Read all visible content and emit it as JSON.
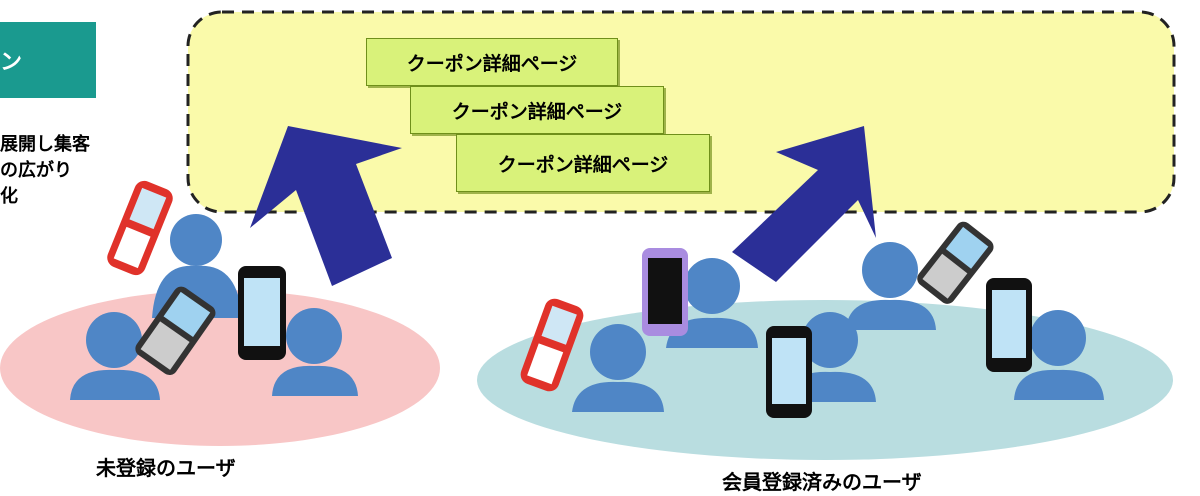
{
  "left_box": {
    "glyph": "ン"
  },
  "left_text": [
    "展開し集客",
    "の広がり",
    "化"
  ],
  "coupon_pages": [
    "クーポン詳細ページ",
    "クーポン詳細ページ",
    "クーポン詳細ページ"
  ],
  "groups": {
    "unregistered": {
      "label": "未登録のユーザ"
    },
    "registered": {
      "label": "会員登録済みのユーザ"
    }
  },
  "colors": {
    "cloud_fill": "#fafaaa",
    "arrow": "#2b2f97",
    "pink_ellipse": "#f8c6c6",
    "teal_ellipse": "#b9dde0",
    "person": "#4f86c6",
    "tag_fill": "#d9f27a",
    "teal_box": "#1a9a8f"
  }
}
